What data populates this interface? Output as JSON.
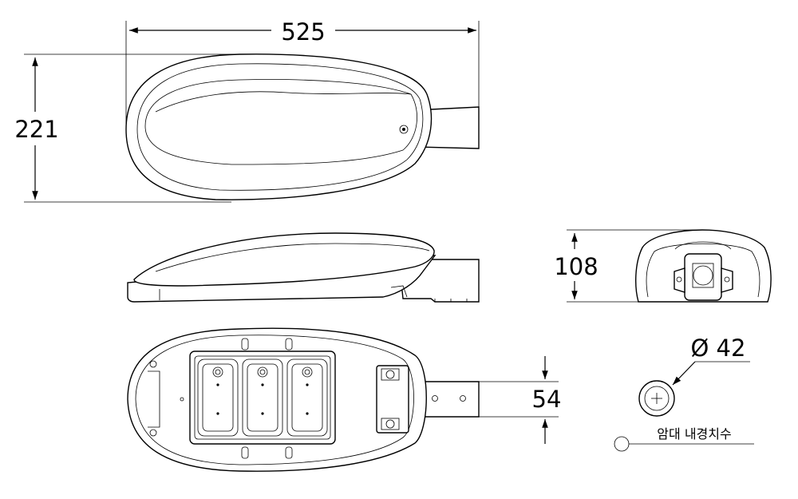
{
  "dimensions": {
    "length": "525",
    "height_top": "221",
    "height_front": "108",
    "arm_width": "54",
    "pole_diameter": "Ø 42"
  },
  "notes": {
    "pole_inner_diameter_label": "암대 내경치수"
  },
  "colors": {
    "line": "#000000",
    "background": "#ffffff"
  }
}
